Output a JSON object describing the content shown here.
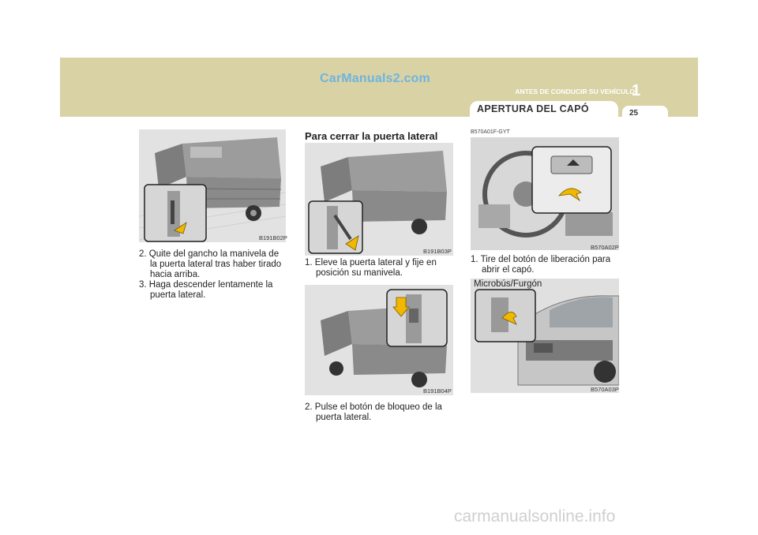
{
  "header": {
    "watermark": "CarManuals2.com",
    "chapter_label": "ANTES DE CONDUCIR SU VEHÍCULO",
    "chapter_number": "1",
    "section_title": "APERTURA DEL CAPÓ",
    "page_number": "25"
  },
  "col1": {
    "figure_code": "B191B02P",
    "steps": [
      "2. Quite del gancho la manivela de la puerta lateral tras haber tirado hacia arriba.",
      "3. Haga descender lentamente la puerta lateral."
    ]
  },
  "col2": {
    "heading": "Para cerrar la puerta lateral",
    "figure1_code": "B191B03P",
    "step1": "1. Eleve la puerta lateral y fije en posición su manivela.",
    "figure2_code": "B191B04P",
    "step2": "2. Pulse el botón de bloqueo de la puerta lateral."
  },
  "col3": {
    "ref_code": "B570A01F-GYT",
    "figure1_code": "B570A02P",
    "step1": "1. Tire del botón de liberación para abrir el capó.",
    "inset_caption": "Microbús/Furgón",
    "figure2_code": "B570A03P"
  },
  "footer": {
    "watermark": "carmanualsonline.info"
  }
}
